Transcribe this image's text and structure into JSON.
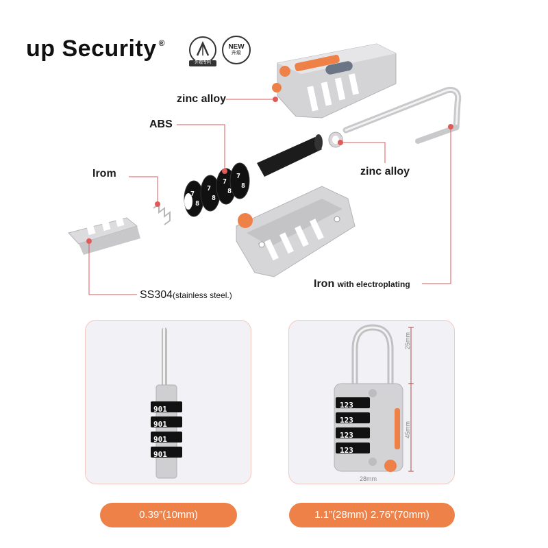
{
  "brand": {
    "name": "up Security",
    "mark": "®"
  },
  "badges": [
    {
      "icon": "design-patent-icon",
      "caption": "外观专利"
    },
    {
      "icon": "new-upgrade-icon",
      "title": "NEW",
      "caption": "升级"
    }
  ],
  "parts": {
    "zinc_top": "zinc alloy",
    "abs": "ABS",
    "irom": "Irom",
    "zinc_right": "zinc alloy",
    "ss304_main": "SS304",
    "ss304_note": "(stainless steel.)",
    "iron_main": "Iron",
    "iron_note": "with electroplating"
  },
  "dials_left": [
    "901",
    "901",
    "901",
    "901"
  ],
  "dials_right": [
    "123",
    "123",
    "123",
    "123"
  ],
  "dimensions": {
    "shackle": "25mm",
    "body": "45mm",
    "width": "28mm"
  },
  "sizes": {
    "left": "0.39”(10mm)",
    "right": "1.1”(28mm) 2.76”(70mm)"
  },
  "colors": {
    "accent": "#ee8148",
    "pointer": "#e05a5a",
    "lock_body": "#d0d0d2"
  }
}
